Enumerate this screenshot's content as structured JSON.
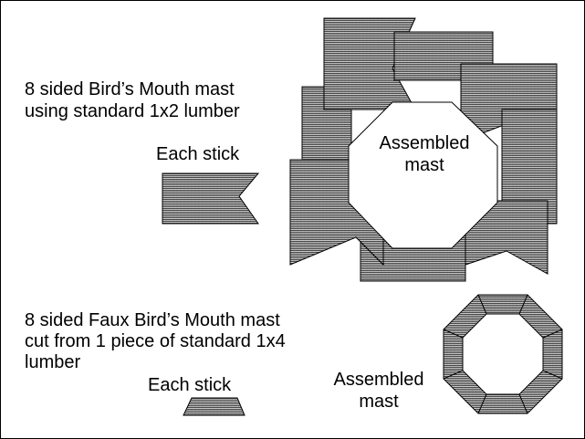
{
  "top_section": {
    "title_lines": [
      "8 sided Bird’s Mouth mast",
      "using standard 1x2 lumber"
    ],
    "stick_label": "Each stick",
    "assembled_lines": [
      "Assembled",
      "mast"
    ]
  },
  "bottom_section": {
    "title_lines": [
      "8 sided Faux Bird’s Mouth mast",
      "cut from 1 piece of standard 1x4",
      "lumber"
    ],
    "stick_label": "Each stick",
    "assembled_lines": [
      "Assembled",
      "mast"
    ]
  },
  "colors": {
    "outline": "#000000",
    "fill_base": "#d9d9d9",
    "fill_hatch": "#000000",
    "background": "#ffffff"
  }
}
